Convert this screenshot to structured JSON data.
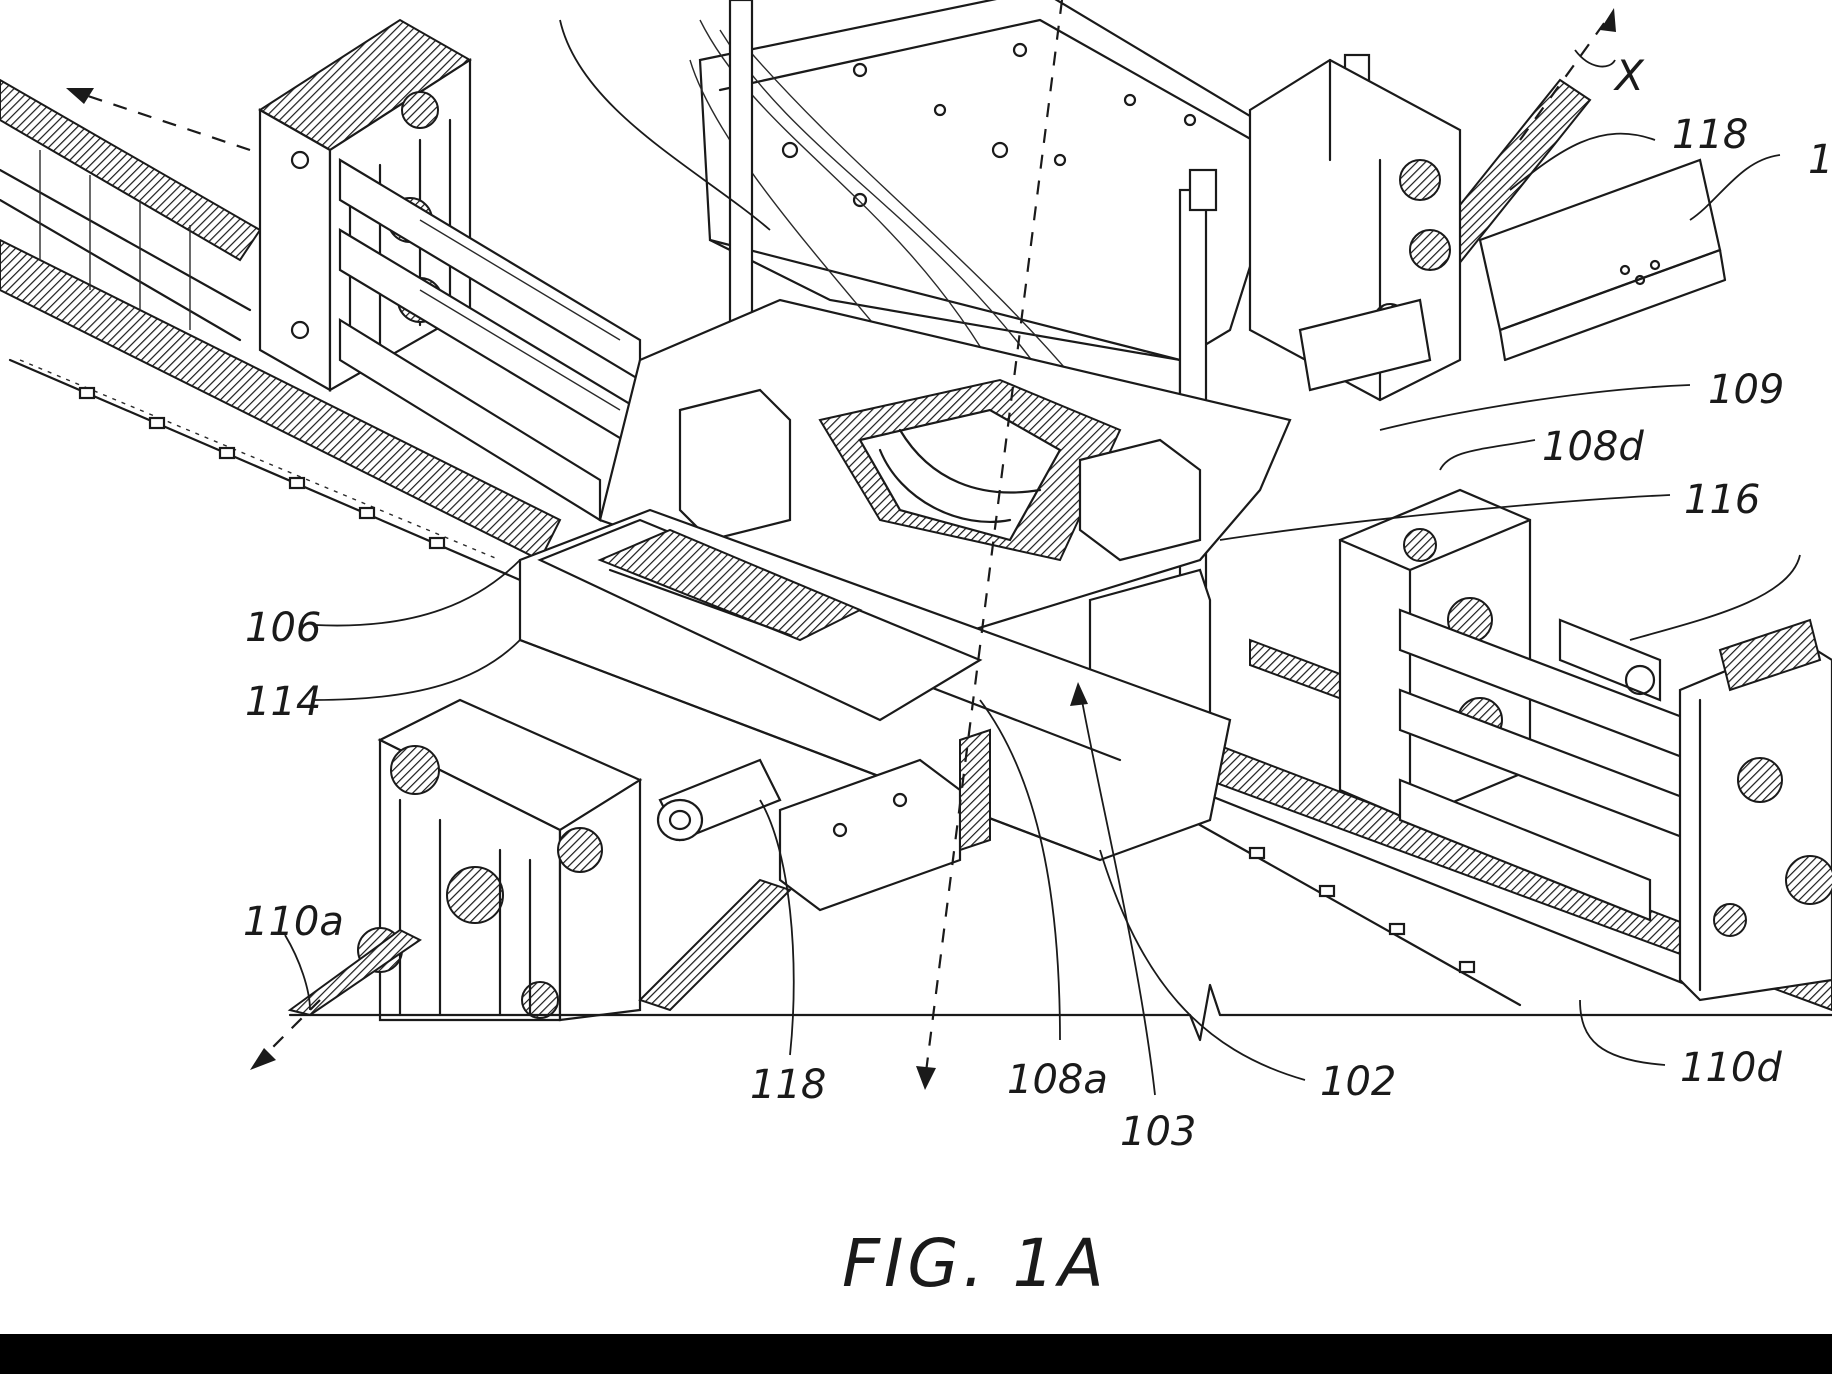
{
  "figure": {
    "caption": "FIG. 1A",
    "axis_label": "X",
    "reference_numerals": {
      "r118_top": "118",
      "r1_right": "1",
      "r109": "109",
      "r108d": "108d",
      "r116": "116",
      "r106": "106",
      "r114": "114",
      "r110a": "110a",
      "r118_bottom": "118",
      "r108a": "108a",
      "r103": "103",
      "r102": "102",
      "r110d": "110d"
    }
  },
  "colors": {
    "line": "#1a1a1a",
    "background": "#ffffff",
    "bottom_band": "#000000"
  }
}
